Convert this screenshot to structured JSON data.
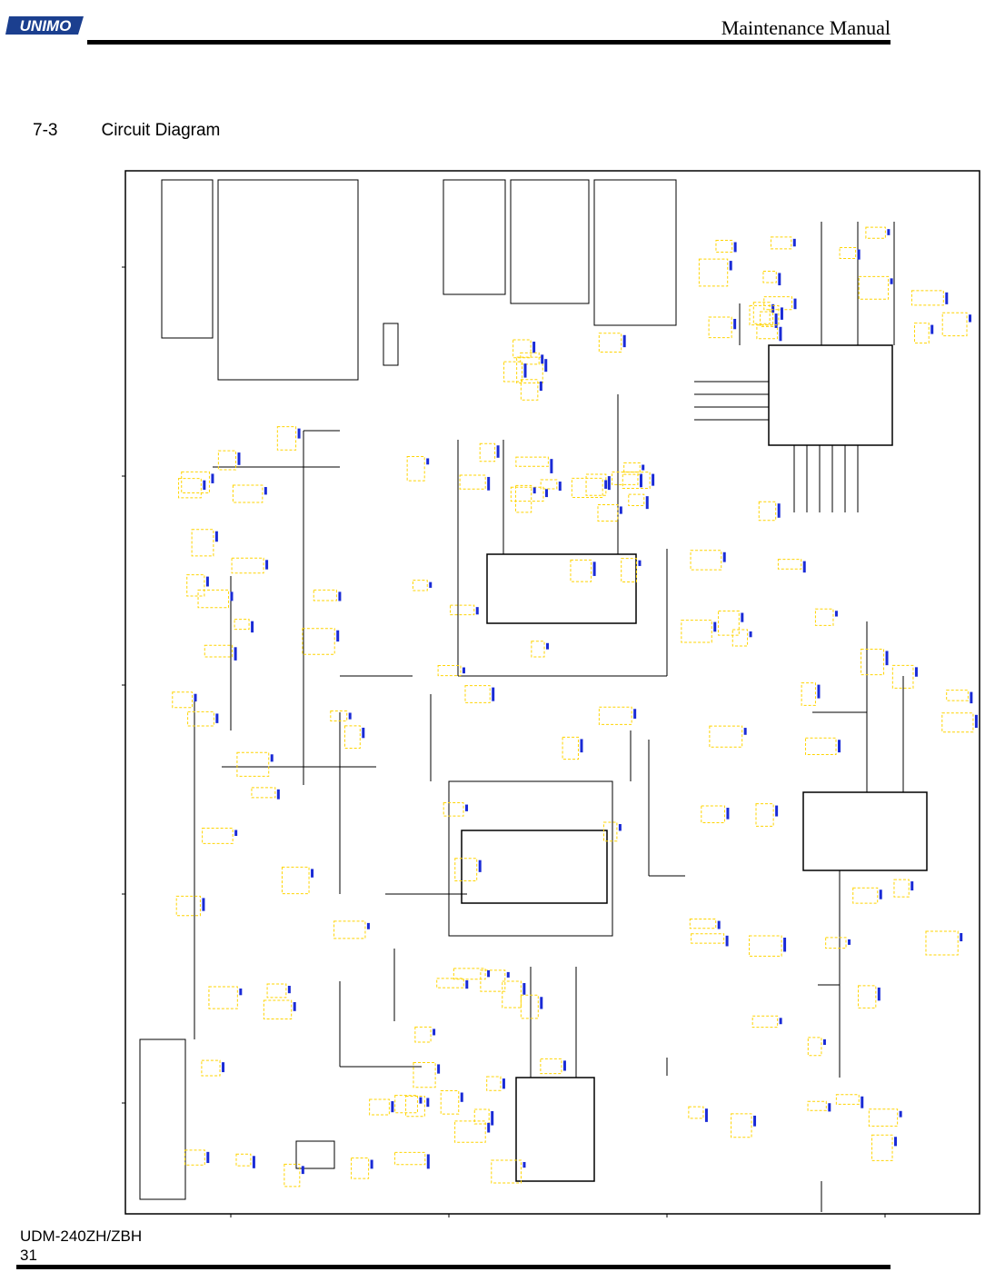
{
  "header": {
    "logo_text": "UNIMO",
    "title": "Maintenance Manual"
  },
  "section": {
    "number": "7-3",
    "title": "Circuit Diagram"
  },
  "colors": {
    "logo": "#1b3f8f",
    "wire": "#000000",
    "component_box": "#ffd400",
    "label": "#1a2bd6"
  },
  "footer": {
    "model": "UDM-240ZH/ZBH",
    "page_number": "31"
  }
}
